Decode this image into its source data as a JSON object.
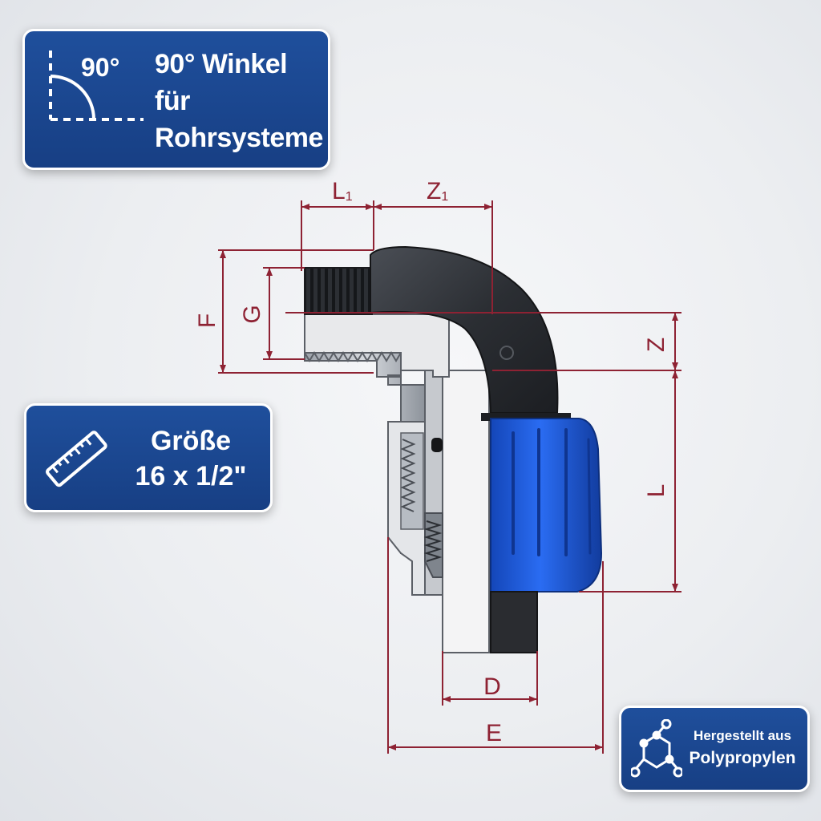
{
  "badges": {
    "angle": {
      "icon_label": "90°",
      "title_lines": [
        "90° Winkel",
        "für",
        "Rohrsysteme"
      ],
      "icon": "angle-icon"
    },
    "size": {
      "line1": "Größe",
      "line2": "16 x 1/2\"",
      "icon": "ruler-icon"
    },
    "material": {
      "line1": "Hergestellt aus",
      "line2": "Polypropylen",
      "icon": "molecule-icon"
    }
  },
  "dimensions": {
    "L1": "L",
    "L1_sub": "1",
    "Z1": "Z",
    "Z1_sub": "1",
    "F": "F",
    "G": "G",
    "Z": "Z",
    "L": "L",
    "D": "D",
    "E": "E"
  },
  "colors": {
    "badge_blue": "#1c4a94",
    "dimension_line": "#8e2233",
    "fitting_body": "#2e3136",
    "nut_blue": "#1d5fe0"
  }
}
